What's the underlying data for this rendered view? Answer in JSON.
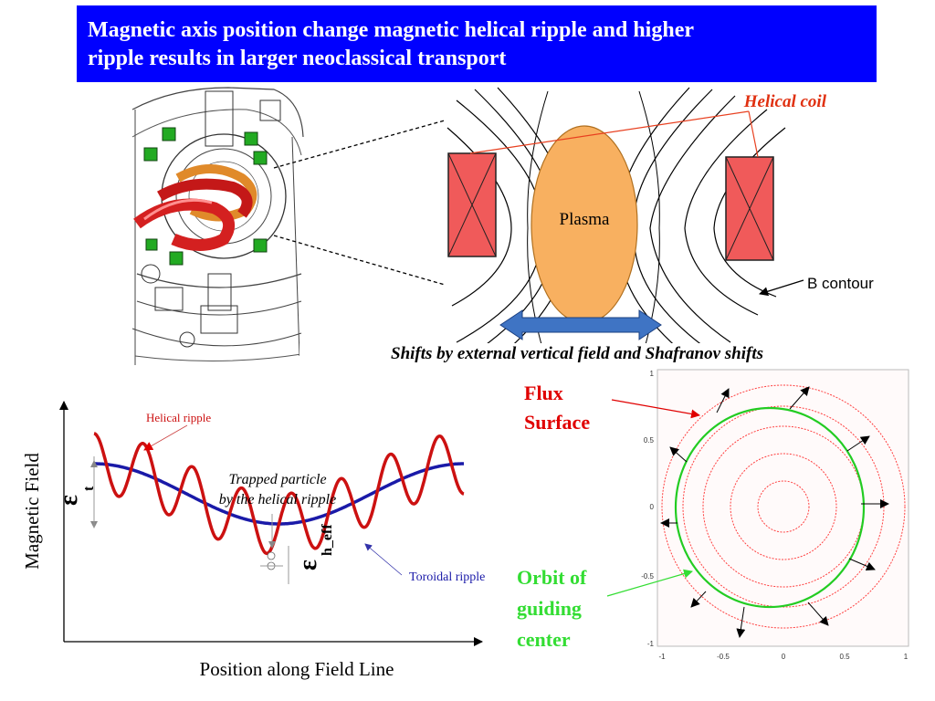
{
  "title": "Magnetic axis position change magnetic helical ripple and higher\nripple results in larger neoclassical  transport",
  "top_right": {
    "helical_coil_label": "Helical coil",
    "plasma_label": "Plasma",
    "b_contour_label": "B contour",
    "caption": "Shifts by external vertical field and Shafranov shifts"
  },
  "ripple_plot": {
    "ylabel": "Magnetic Field",
    "xlabel": "Position along Field Line",
    "helical_ripple_label": "Helical ripple",
    "toroidal_ripple_label": "Toroidal ripple",
    "trapped_label_line1": "Trapped particle",
    "trapped_label_line2": "by the helical ripple",
    "eps_t_symbol": "ε",
    "eps_t_sub": "t",
    "eps_h_symbol": "ε",
    "eps_h_sub": "h_eff",
    "colors": {
      "helical": "#cc1111",
      "toroidal": "#1a1aa8"
    }
  },
  "flux_plot": {
    "flux_surface_label_1": "Flux",
    "flux_surface_label_2": "Surface",
    "orbit_label_1": "Orbit of",
    "orbit_label_2": "guiding",
    "orbit_label_3": "center",
    "x_ticks": [
      "-1",
      "-0.5",
      "0",
      "0.5",
      "1"
    ],
    "y_ticks": [
      "1",
      "0.5",
      "0",
      "-0.5",
      "-1"
    ],
    "colors": {
      "flux": "#ff4040",
      "orbit": "#22cc22"
    }
  }
}
